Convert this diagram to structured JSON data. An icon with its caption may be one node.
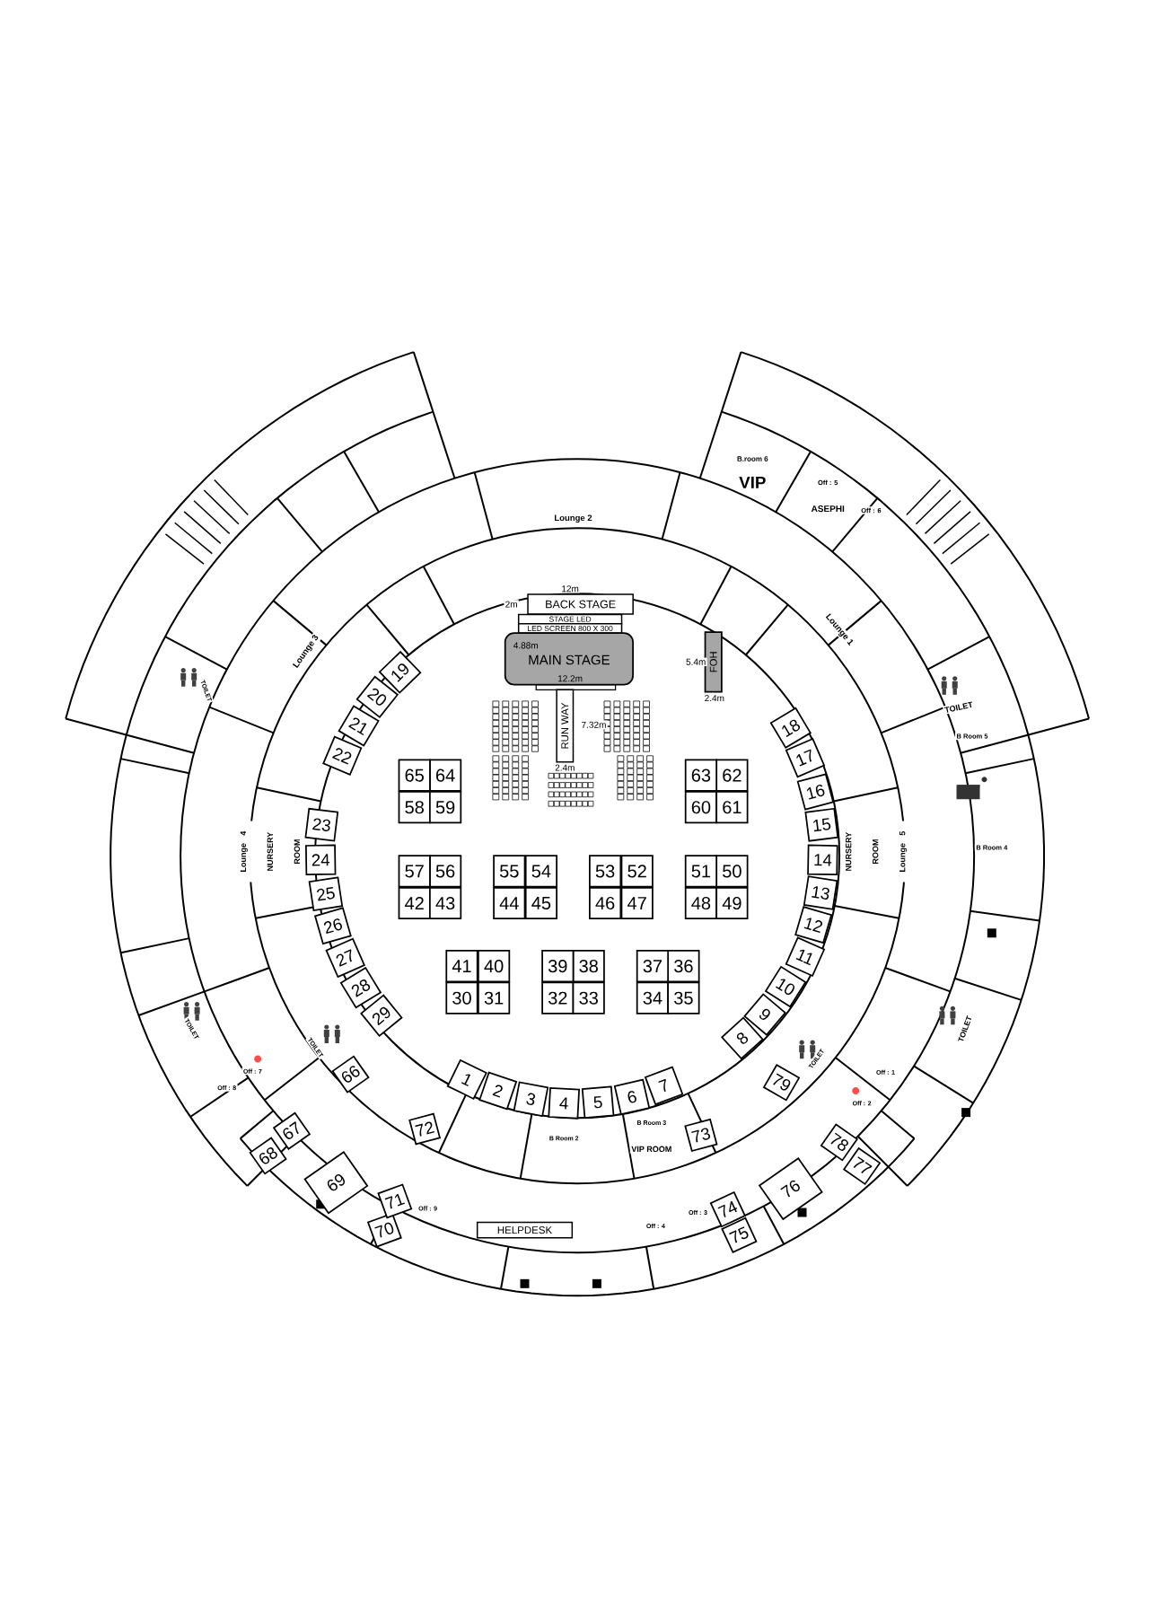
{
  "diagram": {
    "nodes": [
      {
        "text": [
          "B.room 6",
          "VIP"
        ]
      },
      {
        "text": [
          "Off : 5",
          "ASEPHI"
        ]
      },
      {
        "text": [
          "Off : 6"
        ]
      },
      {
        "text": [
          "BACK STAGE"
        ],
        "beside": [
          "12m",
          "2m"
        ]
      },
      {
        "text": [
          "STAGE LED"
        ]
      },
      {
        "text": [
          "LED SCREEN 800 X 300"
        ]
      },
      {
        "text": [
          "4.88m",
          "MAIN STAGE",
          "12.2m"
        ]
      },
      {
        "text": [
          "FOH"
        ],
        "beside": [
          "5.4m",
          "2.4m"
        ]
      },
      {
        "text": [
          "RUN WAY"
        ],
        "beside": [
          "7.32m",
          "2.4m"
        ]
      },
      {
        "text": [
          "TOILET"
        ]
      },
      {
        "text": [
          "TOILET"
        ]
      },
      {
        "text": [
          "B Room 5"
        ]
      },
      {
        "text": [
          "B Room 4"
        ]
      },
      {
        "text": [
          "Lounge 4",
          "NURSERY ROOM"
        ]
      },
      {
        "text": [
          "NURSERY ROOM",
          "Lounge 5"
        ]
      },
      {
        "text": [
          "TOILET"
        ]
      },
      {
        "text": [
          "TOILET"
        ]
      },
      {
        "text": [
          "TOILET"
        ]
      },
      {
        "text": [
          "TOILET"
        ]
      },
      {
        "text": [
          "Off : 7"
        ]
      },
      {
        "text": [
          "Off : 8"
        ]
      },
      {
        "text": [
          "Off : 1"
        ]
      },
      {
        "text": [
          "Off : 2"
        ]
      },
      {
        "text": [
          "B Room 2"
        ]
      },
      {
        "text": [
          "B Room 3",
          "VIP ROOM"
        ]
      },
      {
        "text": [
          "HELPDESK"
        ]
      },
      {
        "text": [
          "Off : 9"
        ]
      },
      {
        "text": [
          "Off : 4"
        ]
      },
      {
        "text": [
          "Off : 3"
        ]
      },
      {
        "text": [
          "1"
        ]
      },
      {
        "text": [
          "2"
        ]
      },
      {
        "text": [
          "3"
        ]
      },
      {
        "text": [
          "4"
        ]
      },
      {
        "text": [
          "5"
        ]
      },
      {
        "text": [
          "6"
        ]
      },
      {
        "text": [
          "7"
        ]
      },
      {
        "text": [
          "8"
        ]
      },
      {
        "text": [
          "9"
        ]
      },
      {
        "text": [
          "10"
        ]
      },
      {
        "text": [
          "11"
        ]
      },
      {
        "text": [
          "12"
        ]
      },
      {
        "text": [
          "13"
        ]
      },
      {
        "text": [
          "14"
        ]
      },
      {
        "text": [
          "15"
        ]
      },
      {
        "text": [
          "16"
        ]
      },
      {
        "text": [
          "17"
        ]
      },
      {
        "text": [
          "18"
        ]
      },
      {
        "text": [
          "19"
        ]
      },
      {
        "text": [
          "20"
        ]
      },
      {
        "text": [
          "21"
        ]
      },
      {
        "text": [
          "22"
        ]
      },
      {
        "text": [
          "23"
        ]
      },
      {
        "text": [
          "24"
        ]
      },
      {
        "text": [
          "25"
        ]
      },
      {
        "text": [
          "26"
        ]
      },
      {
        "text": [
          "27"
        ]
      },
      {
        "text": [
          "28"
        ]
      },
      {
        "text": [
          "29"
        ]
      },
      {
        "text": [
          "30"
        ]
      },
      {
        "text": [
          "31"
        ]
      },
      {
        "text": [
          "32"
        ]
      },
      {
        "text": [
          "33"
        ]
      },
      {
        "text": [
          "34"
        ]
      },
      {
        "text": [
          "35"
        ]
      },
      {
        "text": [
          "36"
        ]
      },
      {
        "text": [
          "37"
        ]
      },
      {
        "text": [
          "38"
        ]
      },
      {
        "text": [
          "39"
        ]
      },
      {
        "text": [
          "40"
        ]
      },
      {
        "text": [
          "41"
        ]
      },
      {
        "text": [
          "42"
        ]
      },
      {
        "text": [
          "43"
        ]
      },
      {
        "text": [
          "44"
        ]
      },
      {
        "text": [
          "45"
        ]
      },
      {
        "text": [
          "46"
        ]
      },
      {
        "text": [
          "47"
        ]
      },
      {
        "text": [
          "48"
        ]
      },
      {
        "text": [
          "49"
        ]
      },
      {
        "text": [
          "50"
        ]
      },
      {
        "text": [
          "51"
        ]
      },
      {
        "text": [
          "52"
        ]
      },
      {
        "text": [
          "53"
        ]
      },
      {
        "text": [
          "54"
        ]
      },
      {
        "text": [
          "55"
        ]
      },
      {
        "text": [
          "56"
        ]
      },
      {
        "text": [
          "57"
        ]
      },
      {
        "text": [
          "58"
        ]
      },
      {
        "text": [
          "59"
        ]
      },
      {
        "text": [
          "60"
        ]
      },
      {
        "text": [
          "61"
        ]
      },
      {
        "text": [
          "62"
        ]
      },
      {
        "text": [
          "63"
        ]
      },
      {
        "text": [
          "64"
        ]
      },
      {
        "text": [
          "65"
        ]
      },
      {
        "text": [
          "66"
        ]
      },
      {
        "text": [
          "67"
        ]
      },
      {
        "text": [
          "68"
        ]
      },
      {
        "text": [
          "69"
        ]
      },
      {
        "text": [
          "70"
        ]
      },
      {
        "text": [
          "71"
        ]
      },
      {
        "text": [
          "72"
        ]
      },
      {
        "text": [
          "73"
        ]
      },
      {
        "text": [
          "74"
        ]
      },
      {
        "text": [
          "75"
        ]
      },
      {
        "text": [
          "76"
        ]
      },
      {
        "text": [
          "77"
        ]
      },
      {
        "text": [
          "78"
        ]
      },
      {
        "text": [
          "79"
        ]
      }
    ],
    "labels": [
      "Lounge 2",
      "Lounge 1",
      "Lounge 3"
    ]
  }
}
